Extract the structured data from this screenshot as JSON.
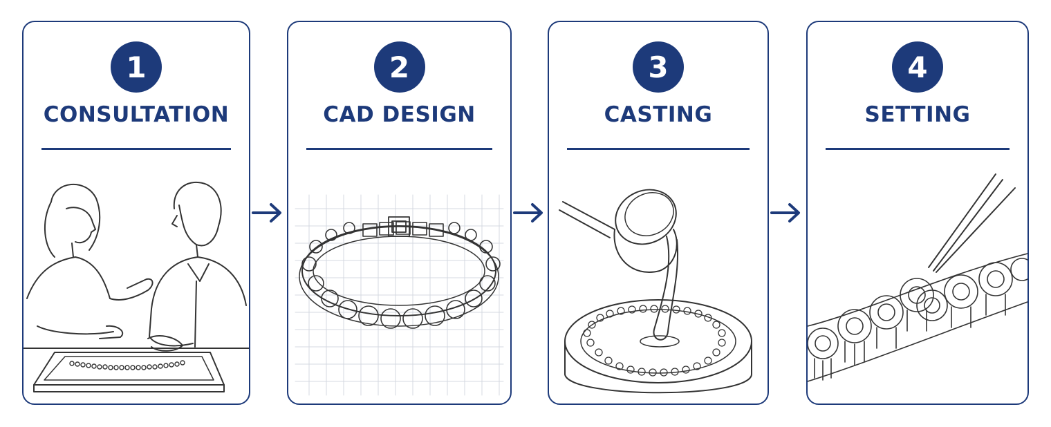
{
  "steps": [
    {
      "number": "1",
      "title": "CONSULTATION"
    },
    {
      "number": "2",
      "title": "CAD DESIGN"
    },
    {
      "number": "3",
      "title": "CASTING"
    },
    {
      "number": "4",
      "title": "SETTING"
    }
  ],
  "colors": {
    "accent": "#1d3a7a",
    "line": "#333333"
  }
}
